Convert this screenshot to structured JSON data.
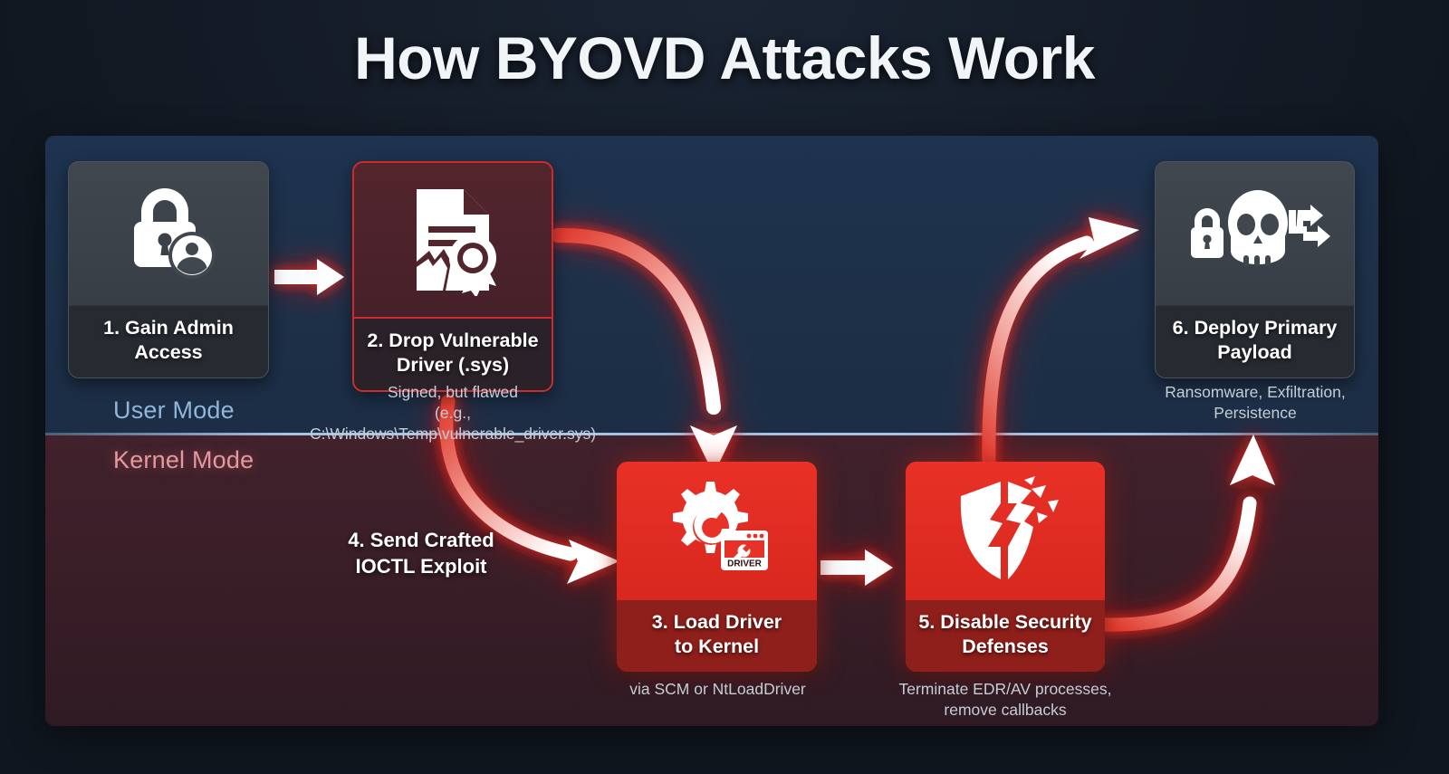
{
  "title": "How BYOVD Attacks Work",
  "zones": {
    "user_mode_label": "User Mode",
    "kernel_mode_label": "Kernel Mode",
    "user_mode_color": "#90b6dc",
    "kernel_mode_color": "#e5989d",
    "user_mode_bg": "#1e3350",
    "kernel_mode_bg": "#40212c"
  },
  "accent": {
    "red": "#e12d22",
    "dark_red": "#8f1f1b",
    "outline_red": "#d02b2b",
    "card_grey": "#3a4149",
    "label_grey": "#262b31",
    "page_bg": "#141b26"
  },
  "steps": [
    {
      "id": 1,
      "label": "1. Gain Admin\nAccess",
      "label_line1": "1. Gain Admin",
      "label_line2": "Access",
      "icon": "lock-user-icon",
      "style": "grey",
      "zone": "user",
      "caption": ""
    },
    {
      "id": 2,
      "label": "2. Drop Vulnerable\nDriver (.sys)",
      "label_line1": "2. Drop Vulnerable",
      "label_line2": "Driver (.sys)",
      "icon": "signed-certificate-document-icon",
      "style": "outlined",
      "zone": "user",
      "caption_line1": "Signed, but flawed",
      "caption_line2": "(e.g., C:\\Windows\\Temp\\vulnerable_driver.sys)"
    },
    {
      "id": 3,
      "label": "3. Load Driver\nto Kernel",
      "label_line1": "3. Load Driver",
      "label_line2": "to Kernel",
      "icon": "gear-driver-window-icon",
      "icon_badge_text": "DRIVER",
      "style": "solid",
      "zone": "kernel",
      "caption_line1": "via SCM or NtLoadDriver"
    },
    {
      "id": 4,
      "label": "4. Send Crafted\nIOCTL Exploit",
      "label_line1": "4. Send Crafted",
      "label_line2": "IOCTL Exploit",
      "icon": "",
      "style": "floating-label",
      "zone": "kernel",
      "caption": ""
    },
    {
      "id": 5,
      "label": "5. Disable Security\nDefenses",
      "label_line1": "5. Disable Security",
      "label_line2": "Defenses",
      "icon": "broken-shield-icon",
      "style": "solid",
      "zone": "kernel",
      "caption_line1": "Terminate EDR/AV processes,",
      "caption_line2": "remove callbacks"
    },
    {
      "id": 6,
      "label": "6. Deploy Primary\nPayload",
      "label_line1": "6. Deploy Primary",
      "label_line2": "Payload",
      "icon": "skull-lock-share-icon",
      "style": "grey",
      "zone": "user",
      "caption_line1": "Ransomware, Exfiltration,",
      "caption_line2": "Persistence"
    }
  ],
  "arrows": [
    {
      "name": "arrow-step1-to-step2",
      "kind": "straight-right"
    },
    {
      "name": "arrow-step2-to-step3",
      "kind": "curve-down-right"
    },
    {
      "name": "arrow-step2-to-step3-ioctl",
      "kind": "curve-down-right-ioctl"
    },
    {
      "name": "arrow-step3-to-step5",
      "kind": "straight-right"
    },
    {
      "name": "arrow-step5-to-step6",
      "kind": "curve-up-right"
    },
    {
      "name": "arrow-step5-right-up",
      "kind": "curve-up-right-outer"
    }
  ]
}
